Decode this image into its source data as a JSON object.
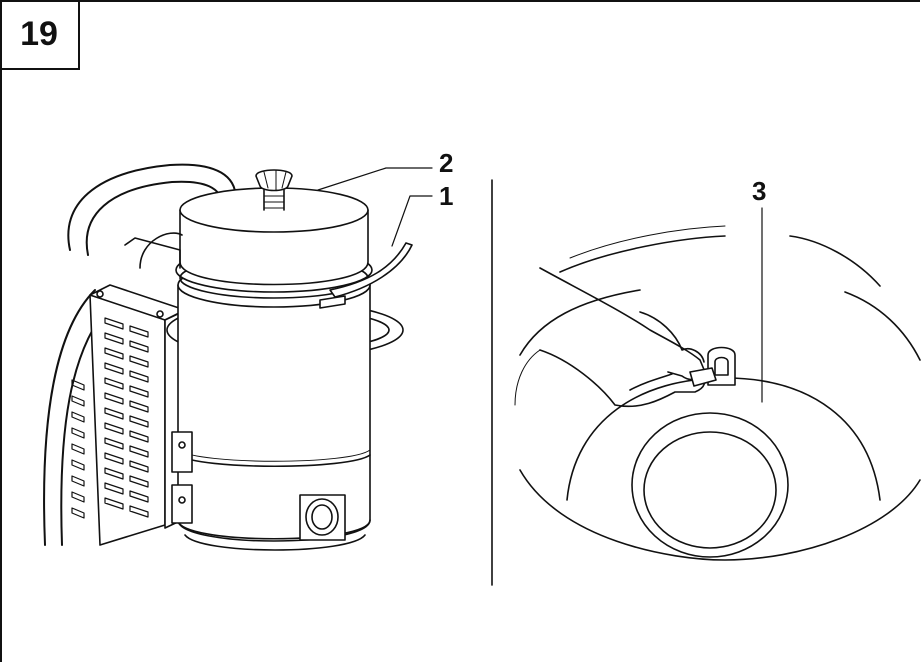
{
  "figure_number": "19",
  "callouts": {
    "c1": "1",
    "c2": "2",
    "c3": "3"
  }
}
